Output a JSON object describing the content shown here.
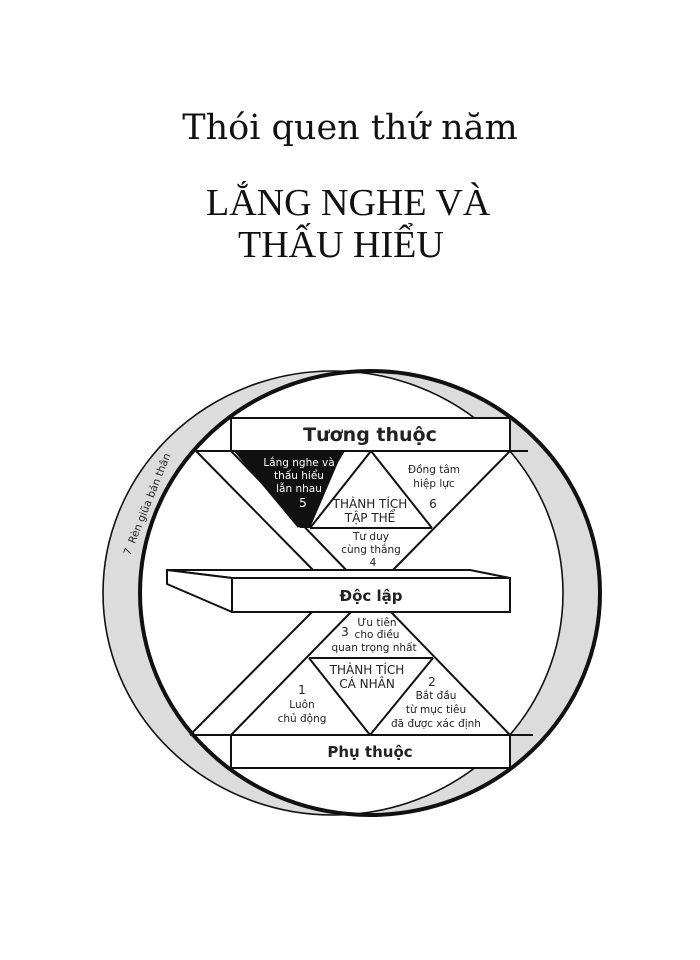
{
  "page": {
    "subtitle": "Thói quen thứ năm",
    "headline_line1": "LẮNG NGHE VÀ",
    "headline_line2": "THẤU HIỂU"
  },
  "diagram": {
    "levels": {
      "top": "Tương thuộc",
      "middle": "Độc lập",
      "bottom": "Phụ thuộc"
    },
    "groups": {
      "public_victory": [
        "THÀNH TÍCH",
        "TẬP THỂ"
      ],
      "private_victory": [
        "THÀNH TÍCH",
        "CÁ NHÂN"
      ]
    },
    "habits": [
      {
        "number": "1",
        "lines": [
          "Luôn",
          "chủ động"
        ]
      },
      {
        "number": "2",
        "lines": [
          "Bắt đầu",
          "từ mục tiêu",
          "đã được xác định"
        ]
      },
      {
        "number": "3",
        "lines": [
          "Ưu tiên",
          "cho điều",
          "quan trọng nhất"
        ]
      },
      {
        "number": "4",
        "lines": [
          "Tư duy",
          "cùng thắng"
        ]
      },
      {
        "number": "5",
        "lines": [
          "Lắng nghe và",
          "thấu hiểu",
          "lẫn nhau"
        ],
        "highlighted": true
      },
      {
        "number": "6",
        "lines": [
          "Đồng tâm",
          "hiệp lực"
        ]
      },
      {
        "number": "7",
        "lines": [
          "Rèn giũa bản thân"
        ]
      }
    ],
    "colors": {
      "ring_fill": "#dcdcdc",
      "stroke": "#111111",
      "highlight": "#111111",
      "background": "#ffffff"
    }
  }
}
